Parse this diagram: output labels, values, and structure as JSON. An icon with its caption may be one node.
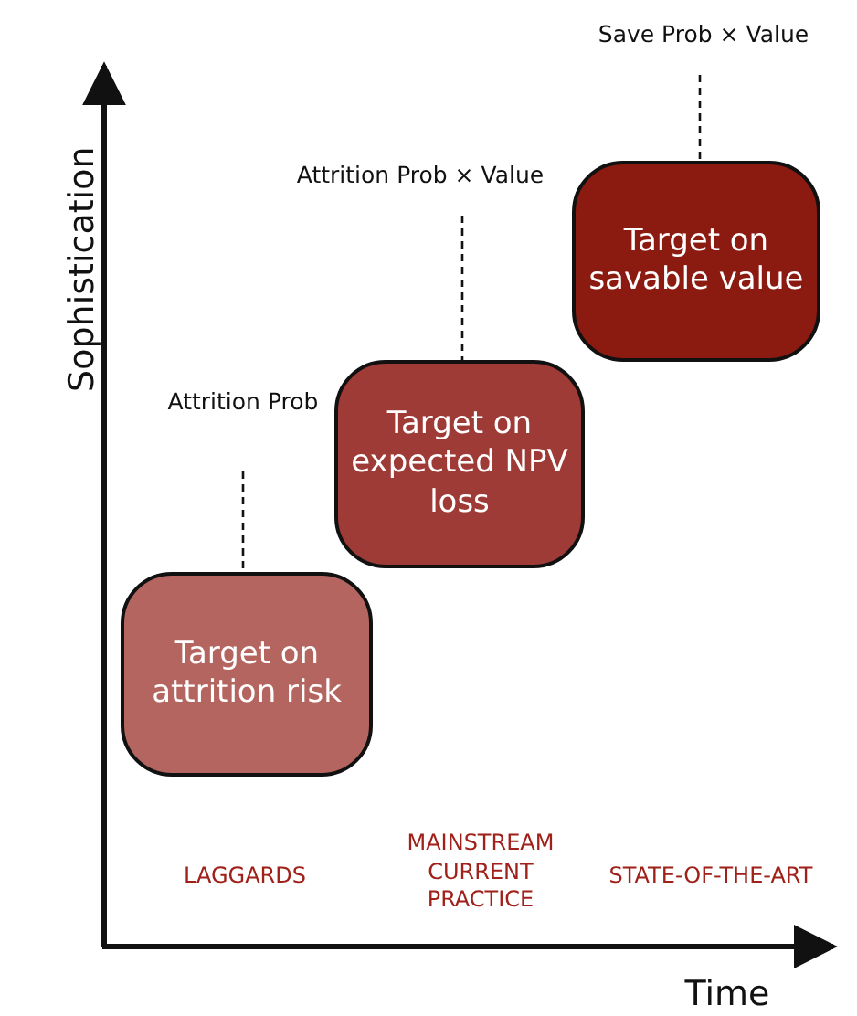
{
  "diagram": {
    "nodes": [
      {
        "text": [
          "Target on attrition risk"
        ]
      },
      {
        "text": [
          "Target on expected NPV loss"
        ]
      },
      {
        "text": [
          "Target on savable value"
        ]
      },
      {
        "text": [
          "Attrition Prob"
        ]
      },
      {
        "text": [
          "Attrition Prob × Value"
        ]
      },
      {
        "text": [
          "Save Prob × Value"
        ]
      }
    ],
    "edges": [
      {
        "from": 3,
        "to": 0,
        "arrow": "none",
        "style": "dashed"
      },
      {
        "from": 4,
        "to": 1,
        "arrow": "none",
        "style": "dashed"
      },
      {
        "from": 5,
        "to": 2,
        "arrow": "none",
        "style": "dashed"
      }
    ],
    "labels": [
      "Sophistication",
      "LAGGARDS",
      "MAINSTREAM CURRENT PRACTICE",
      "STATE-OF-THE-ART",
      "Time"
    ]
  }
}
